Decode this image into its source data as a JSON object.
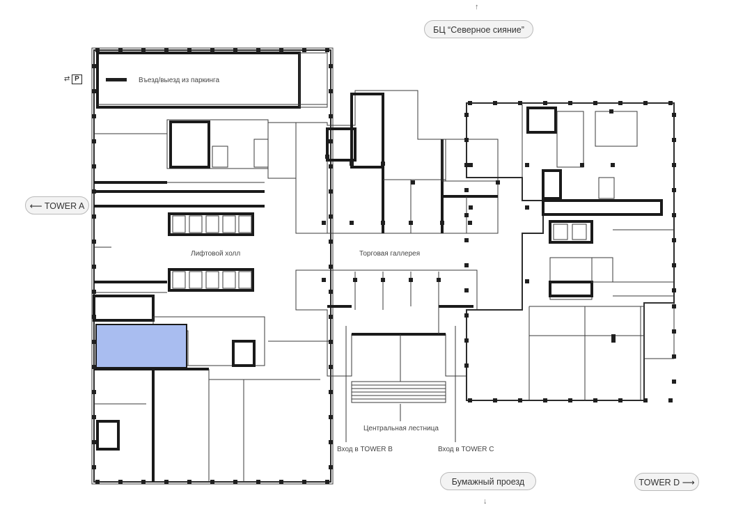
{
  "labels": {
    "bc_north": "БЦ “Северное сияние”",
    "tower_a": "TOWER A",
    "tower_d": "TOWER D",
    "paper_passage": "Бумажный проезд",
    "parking": "Въезд/выезд из паркинга",
    "parking_sign": "P",
    "lift_hall": "Лифтовой холл",
    "gallery": "Торговая галлерея",
    "central_stairs": "Центральная лестница",
    "entrance_b": "Вход в TOWER B",
    "entrance_c": "Вход в TOWER C"
  },
  "colors": {
    "highlight": "#a9bdf0",
    "wall": "#2b2b2b",
    "pill_bg": "#f3f3f3",
    "pill_border": "#b9b9b9"
  },
  "icons": {
    "up": "arrow-up-icon",
    "down": "arrow-down-icon",
    "left": "arrow-left-icon",
    "right": "arrow-right-icon",
    "parking": "parking-icon"
  }
}
